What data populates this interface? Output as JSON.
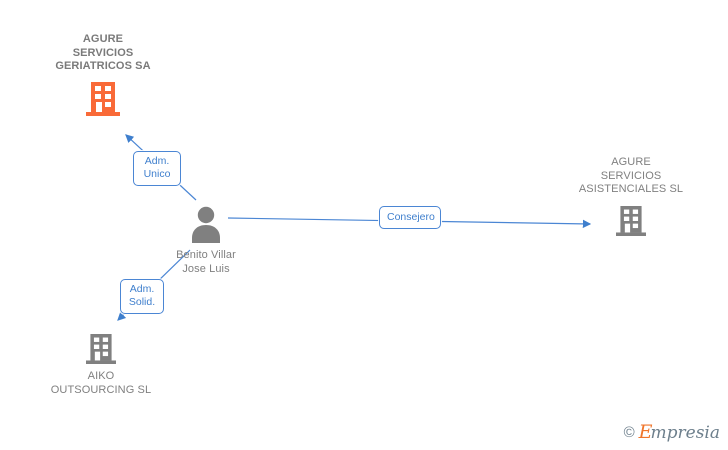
{
  "diagram": {
    "type": "org-relationship-graph",
    "background_color": "#ffffff",
    "edge_color": "#4b86d4",
    "company_icon_color_highlight": "#f96a38",
    "company_icon_color_default": "#808080",
    "person_icon_color": "#808080",
    "label_text_color": "#808080",
    "relation_text_color": "#3f7fcd"
  },
  "nodes": {
    "agure_geriatricos": {
      "label": "AGURE\nSERVICIOS\nGERIATRICOS SA",
      "icon": "building-icon",
      "color": "#f96a38",
      "highlighted": true
    },
    "agure_asistenciales": {
      "label": "AGURE\nSERVICIOS\nASISTENCIALES SL",
      "icon": "building-icon",
      "color": "#808080",
      "highlighted": false
    },
    "aiko": {
      "label": "AIKO\nOUTSOURCING SL",
      "icon": "building-icon",
      "color": "#808080",
      "highlighted": false
    },
    "person": {
      "label": "Benito Villar\nJose Luis",
      "icon": "person-icon",
      "color": "#808080"
    }
  },
  "relations": [
    {
      "id": "adm-unico",
      "label": "Adm.\nUnico",
      "from": "person",
      "to": "agure_geriatricos"
    },
    {
      "id": "consejero",
      "label": "Consejero",
      "from": "person",
      "to": "agure_asistenciales"
    },
    {
      "id": "adm-solid",
      "label": "Adm.\nSolid.",
      "from": "person",
      "to": "aiko"
    }
  ],
  "watermark": {
    "copyright": "©",
    "brand_initial": "E",
    "brand_rest": "mpresia"
  }
}
